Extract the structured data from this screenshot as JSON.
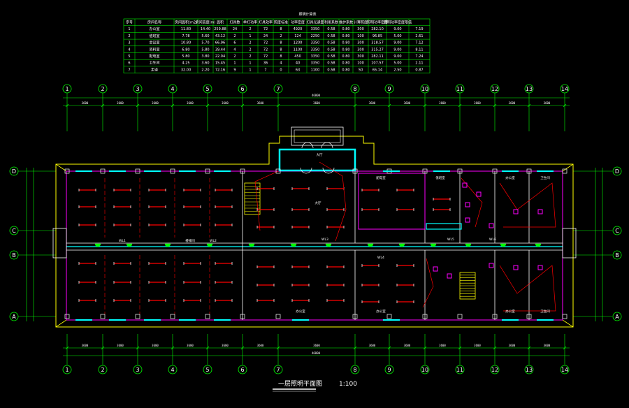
{
  "drawing": {
    "title": "一层照明平面图",
    "scale": "1:100",
    "colors": {
      "background": "#000000",
      "grid": "#00ff00",
      "wall": "#ffff00",
      "wall_inner": "#ff00ff",
      "wiring": "#ff0000",
      "fixture": "#ffffff",
      "highlight": "#00ffff",
      "text": "#ffffff"
    },
    "columns": [
      "1",
      "2",
      "3",
      "4",
      "5",
      "6",
      "7",
      "8",
      "9",
      "10",
      "11",
      "12",
      "13",
      "14"
    ],
    "rows": [
      "D",
      "C",
      "B",
      "A"
    ],
    "room_labels": [
      "大厅",
      "楼梯间",
      "配电室",
      "办公室",
      "值班室",
      "卫生间"
    ],
    "circuit_labels": [
      "WL1",
      "WL2",
      "WL3",
      "WL4",
      "WL5",
      "WL6"
    ],
    "top_dims": [
      "3600",
      "3600",
      "3600",
      "3600",
      "3600",
      "3600",
      "3600",
      "3600",
      "3600",
      "3600",
      "3600",
      "3600",
      "3600"
    ],
    "overall_dim": "46800"
  },
  "table": {
    "title": "照明计算表",
    "headers": [
      "序号",
      "房间名称",
      "房间面积(m2)",
      "房间高度(m)",
      "面积",
      "灯具数",
      "单灯功率",
      "灯具效率",
      "照度标准",
      "功率密度",
      "灯具光通量",
      "利用系数",
      "维护系数",
      "计算照度",
      "照明功率密度",
      "照明功率密度限值"
    ],
    "rows": [
      [
        "1",
        "办公室",
        "11.80",
        "14.40",
        "259.88",
        "24",
        "2",
        "72",
        "8",
        "4920",
        "3350",
        "0.58",
        "0.80",
        "300",
        "282.10",
        "9.00",
        "7.19"
      ],
      [
        "2",
        "值班室",
        "7.78",
        "5.60",
        "43.12",
        "2",
        "1",
        "24",
        "2",
        "124",
        "2250",
        "0.58",
        "0.80",
        "100",
        "96.85",
        "5.00",
        "2.61"
      ],
      [
        "3",
        "会议室",
        "10.80",
        "5.70",
        "66.96",
        "6",
        "2",
        "72",
        "8",
        "1200",
        "3350",
        "0.58",
        "0.80",
        "300",
        "318.57",
        "9.00",
        "7.12"
      ],
      [
        "4",
        "资料室",
        "6.80",
        "5.80",
        "39.44",
        "4",
        "2",
        "72",
        "8",
        "1100",
        "3350",
        "0.58",
        "0.80",
        "300",
        "315.27",
        "9.00",
        "8.11"
      ],
      [
        "5",
        "配电室",
        "5.80",
        "3.80",
        "22.04",
        "2",
        "2",
        "72",
        "8",
        "450",
        "3350",
        "0.58",
        "0.80",
        "300",
        "282.11",
        "9.00",
        "7.24"
      ],
      [
        "6",
        "卫生间",
        "4.25",
        "3.60",
        "15.45",
        "1",
        "1",
        "36",
        "4",
        "40",
        "3350",
        "0.58",
        "0.80",
        "100",
        "107.57",
        "5.00",
        "2.11"
      ],
      [
        "7",
        "走道",
        "32.00",
        "2.20",
        "72.16",
        "9",
        "1",
        "7",
        "0",
        "63",
        "1100",
        "0.58",
        "0.80",
        "50",
        "65.14",
        "2.50",
        "0.87"
      ]
    ]
  }
}
